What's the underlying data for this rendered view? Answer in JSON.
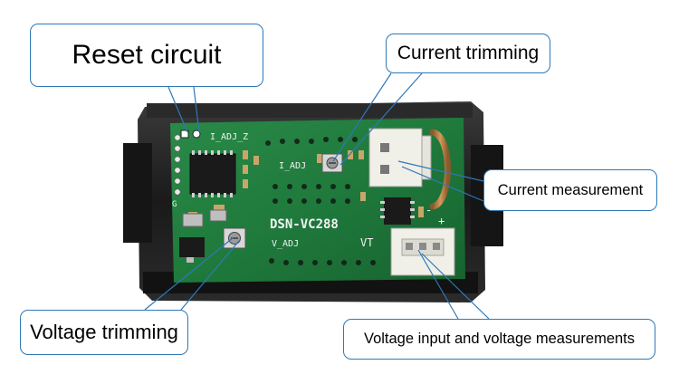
{
  "labels": {
    "reset_circuit": "Reset circuit",
    "current_trimming": "Current trimming",
    "current_measurement": "Current measurement",
    "voltage_trimming": "Voltage trimming",
    "voltage_measurements": "Voltage input and voltage measurements"
  },
  "board": {
    "model": "DSN-VC288",
    "i_adj": "I_ADJ",
    "i_adj_z": "I_ADJ_Z",
    "v_adj": "V_ADJ",
    "vt": "VT",
    "plus": "+",
    "minus": "-",
    "pin_g": "G"
  },
  "colors": {
    "callout_border": "#2e78b8",
    "leader_line": "#2e78b8",
    "pcb_green": "#1f7a3c",
    "enclosure": "#1c1c1c"
  }
}
